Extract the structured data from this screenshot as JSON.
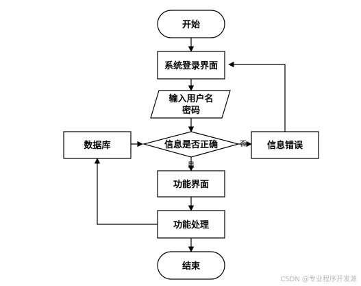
{
  "diagram": {
    "nodes": {
      "start": "开始",
      "login_ui": "系统登录界面",
      "input_line1": "输入用户名",
      "input_line2": "密码",
      "decision": "信息是否正确",
      "database": "数据库",
      "info_error": "信息错误",
      "function_ui": "功能界面",
      "function_process": "功能处理",
      "end": "结束"
    },
    "edge_labels": {
      "no": "否",
      "yes": "是"
    }
  },
  "watermark": "CSDN @专业程序开发源"
}
